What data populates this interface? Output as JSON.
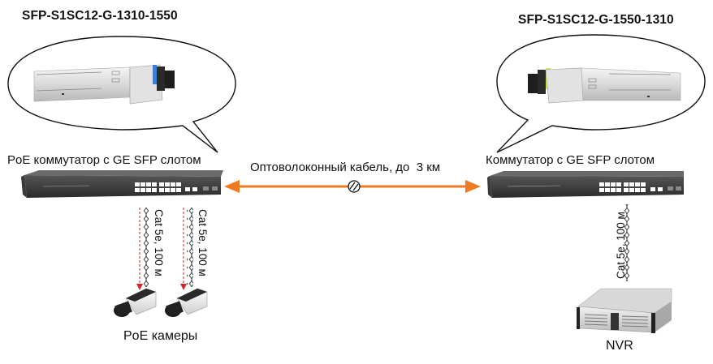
{
  "left": {
    "sfp_model": "SFP-S1SC12-G-1310-1550",
    "sfp_latch_color": "#3a7fd0",
    "switch_label": "PoE коммутатор с GE SFP слотом",
    "cables": [
      {
        "label": "Cat 5e, 100 м"
      },
      {
        "label": "Cat 5e, 100 м"
      }
    ],
    "devices_label": "PoE камеры"
  },
  "right": {
    "sfp_model": "SFP-S1SC12-G-1550-1310",
    "sfp_latch_color": "#d8e84a",
    "switch_label": "Коммутатор с GE SFP слотом",
    "cable": {
      "label": "Cat 5e, 100 м"
    },
    "device_label": "NVR"
  },
  "link": {
    "label": "Оптоволоконный кабель, до  3 км",
    "color": "#ee7a22"
  },
  "poe_arrow_color": "#d0262b"
}
